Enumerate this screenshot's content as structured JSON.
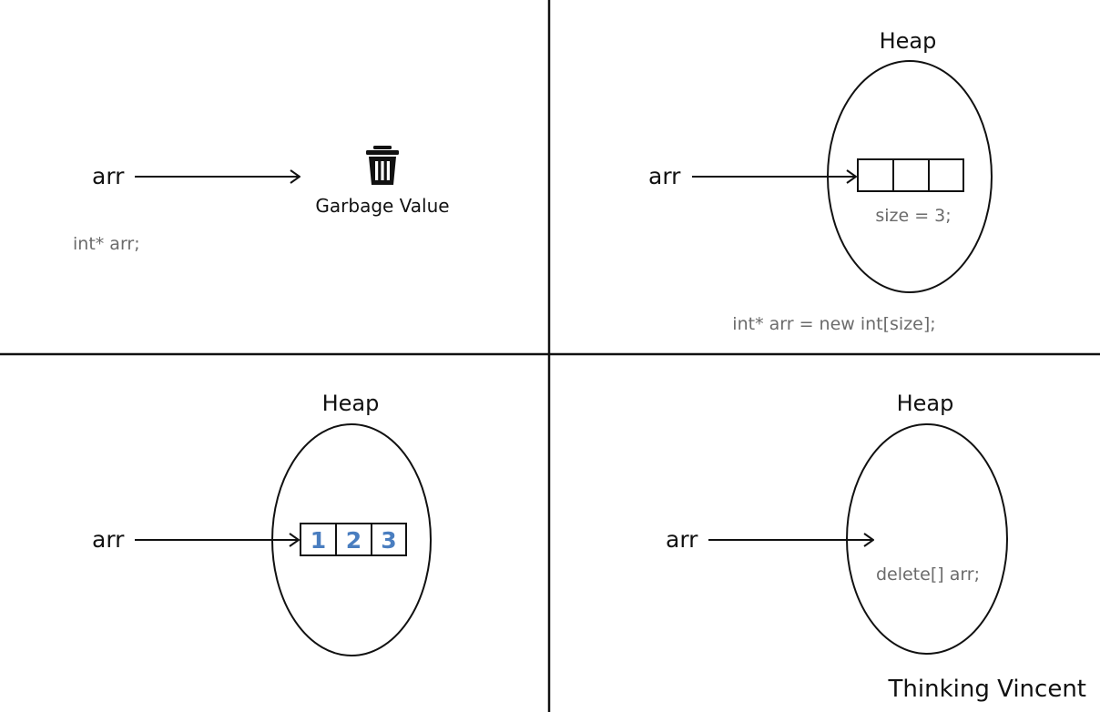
{
  "panel_top_left": {
    "pointer_label": "arr",
    "target_label": "Garbage Value",
    "target_icon": "trash-can-icon",
    "code": "int* arr;"
  },
  "panel_top_right": {
    "heap_label": "Heap",
    "pointer_label": "arr",
    "array_cells": [
      "",
      "",
      ""
    ],
    "size_label": "size = 3;",
    "code": "int* arr = new int[size];"
  },
  "panel_bottom_left": {
    "heap_label": "Heap",
    "pointer_label": "arr",
    "array_cells": [
      "1",
      "2",
      "3"
    ]
  },
  "panel_bottom_right": {
    "heap_label": "Heap",
    "pointer_label": "arr",
    "code": "delete[] arr;"
  },
  "brand": "Thinking Vincent",
  "colors": {
    "lines": "#111111",
    "code_text": "#6b6b6b",
    "cell_values": "#4a7ec0"
  }
}
